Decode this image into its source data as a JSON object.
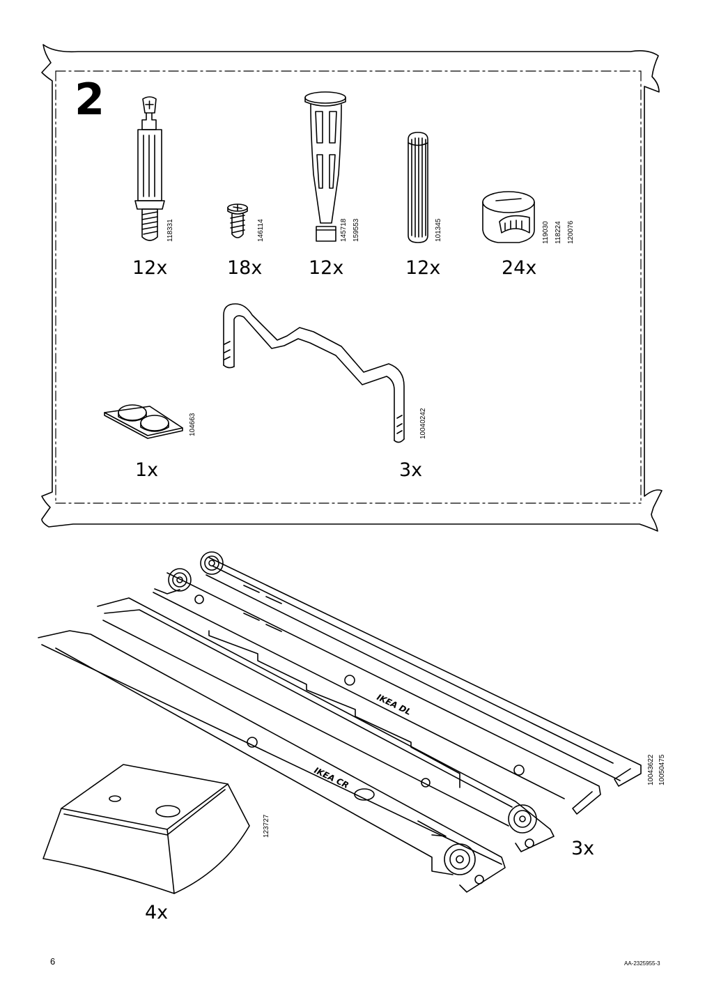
{
  "step_number": "2",
  "parts": [
    {
      "name": "cam-bolt",
      "part_numbers": [
        "118331"
      ],
      "quantity": "12x"
    },
    {
      "name": "screw",
      "part_numbers": [
        "146114"
      ],
      "quantity": "18x"
    },
    {
      "name": "plastic-dowel",
      "part_numbers": [
        "145718",
        "159553"
      ],
      "quantity": "12x"
    },
    {
      "name": "wooden-dowel",
      "part_numbers": [
        "101345"
      ],
      "quantity": "12x"
    },
    {
      "name": "cam-lock",
      "part_numbers": [
        "119030",
        "118224",
        "120076"
      ],
      "quantity": "24x"
    },
    {
      "name": "felt-pads",
      "part_numbers": [
        "104663"
      ],
      "quantity": "1x"
    },
    {
      "name": "handle",
      "part_numbers": [
        "10040242"
      ],
      "quantity": "3x"
    },
    {
      "name": "drawer-runners",
      "part_numbers": [
        "10043622",
        "10050475"
      ],
      "quantity": "3x",
      "runner_labels": [
        "IKEA DL",
        "IKEA CR"
      ]
    },
    {
      "name": "foot-block",
      "part_numbers": [
        "123727"
      ],
      "quantity": "4x"
    }
  ],
  "page_number": "6",
  "document_id": "AA-2325955-3"
}
